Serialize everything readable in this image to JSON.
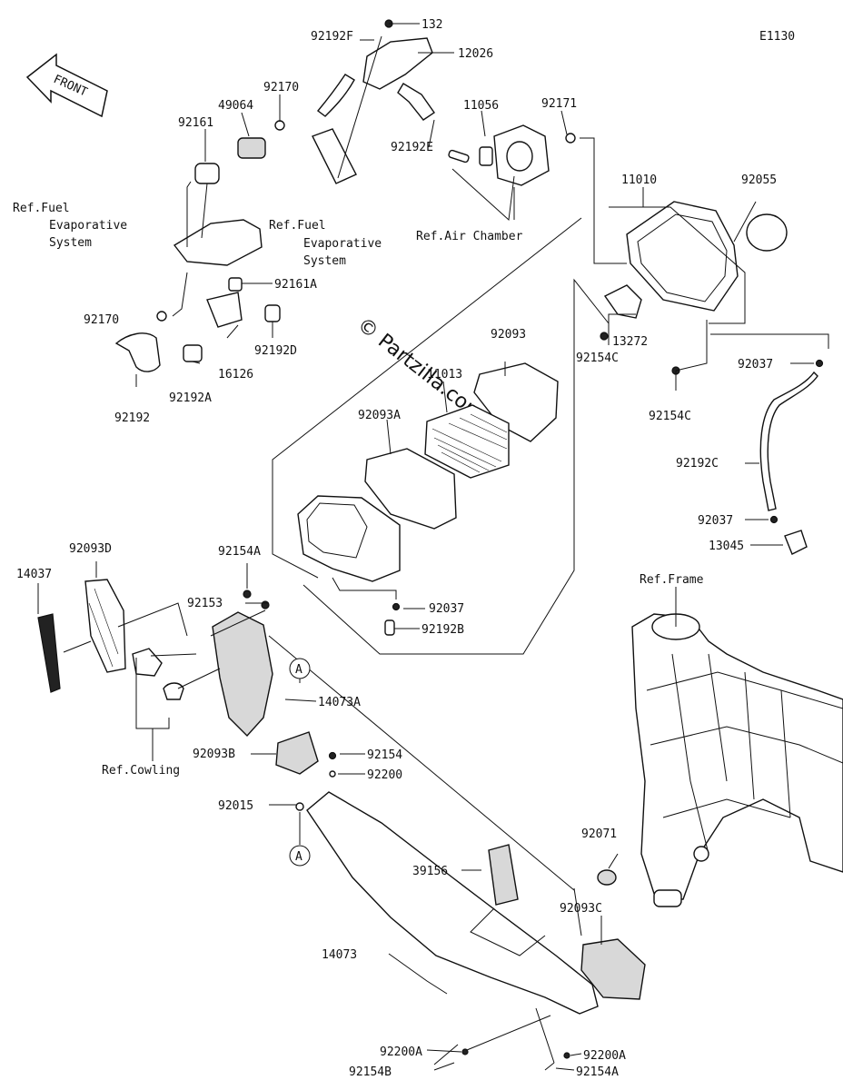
{
  "diagram": {
    "code": "E1130",
    "front_label": "FRONT",
    "watermark": "© Partzilla.com",
    "callout_a": "A",
    "parts": {
      "p132": "132",
      "p92192F": "92192F",
      "p12026": "12026",
      "p92170_top": "92170",
      "p49064": "49064",
      "p92161": "92161",
      "p11056": "11056",
      "p92171": "92171",
      "p92192E": "92192E",
      "p11010": "11010",
      "p92055": "92055",
      "p92161A": "92161A",
      "p92170_low": "92170",
      "p92192D": "92192D",
      "p16126": "16126",
      "p92192A": "92192A",
      "p92192": "92192",
      "p92093": "92093",
      "p11013": "11013",
      "p92093A": "92093A",
      "p13272": "13272",
      "p92154C_a": "92154C",
      "p92154C_b": "92154C",
      "p92037_a": "92037",
      "p92192C": "92192C",
      "p92037_b": "92037",
      "p13045": "13045",
      "p92154A_top": "92154A",
      "p92093D": "92093D",
      "p14037": "14037",
      "p92153": "92153",
      "p92037_c": "92037",
      "p92192B": "92192B",
      "p14073A": "14073A",
      "p92093B": "92093B",
      "p92154": "92154",
      "p92200": "92200",
      "p92015": "92015",
      "p39156": "39156",
      "p92071": "92071",
      "p92093C": "92093C",
      "p14073": "14073",
      "p92200A_l": "92200A",
      "p92200A_r": "92200A",
      "p92154B": "92154B",
      "p92154A_bot": "92154A"
    },
    "refs": {
      "fuel_evap_left": [
        "Ref.Fuel",
        "Evaporative",
        "System"
      ],
      "fuel_evap_mid": [
        "Ref.Fuel",
        "Evaporative",
        "System"
      ],
      "air_chamber": "Ref.Air Chamber",
      "frame": "Ref.Frame",
      "cowling": "Ref.Cowling"
    }
  }
}
